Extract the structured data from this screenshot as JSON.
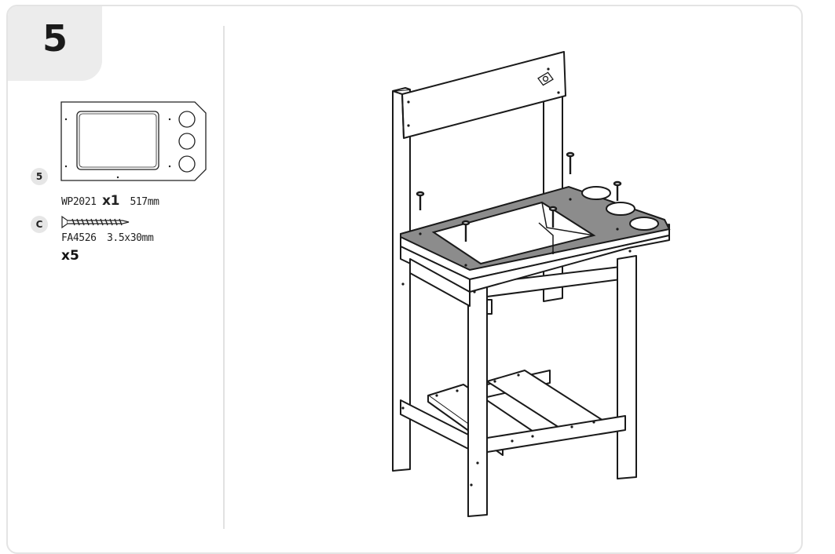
{
  "step": {
    "number": "5"
  },
  "parts": [
    {
      "badge": "5",
      "code": "WP2021",
      "quantity": "x1",
      "length": "517mm",
      "icon": "board-with-sink-and-cup-holes"
    },
    {
      "badge": "C",
      "code": "FA4526",
      "size": "3.5x30mm",
      "quantity": "x5",
      "icon": "screw-icon"
    }
  ],
  "illustration": {
    "subject": "wooden play kitchen stand with sink board being attached by 5 screws",
    "logo_icon": "brand-logo-icon"
  }
}
